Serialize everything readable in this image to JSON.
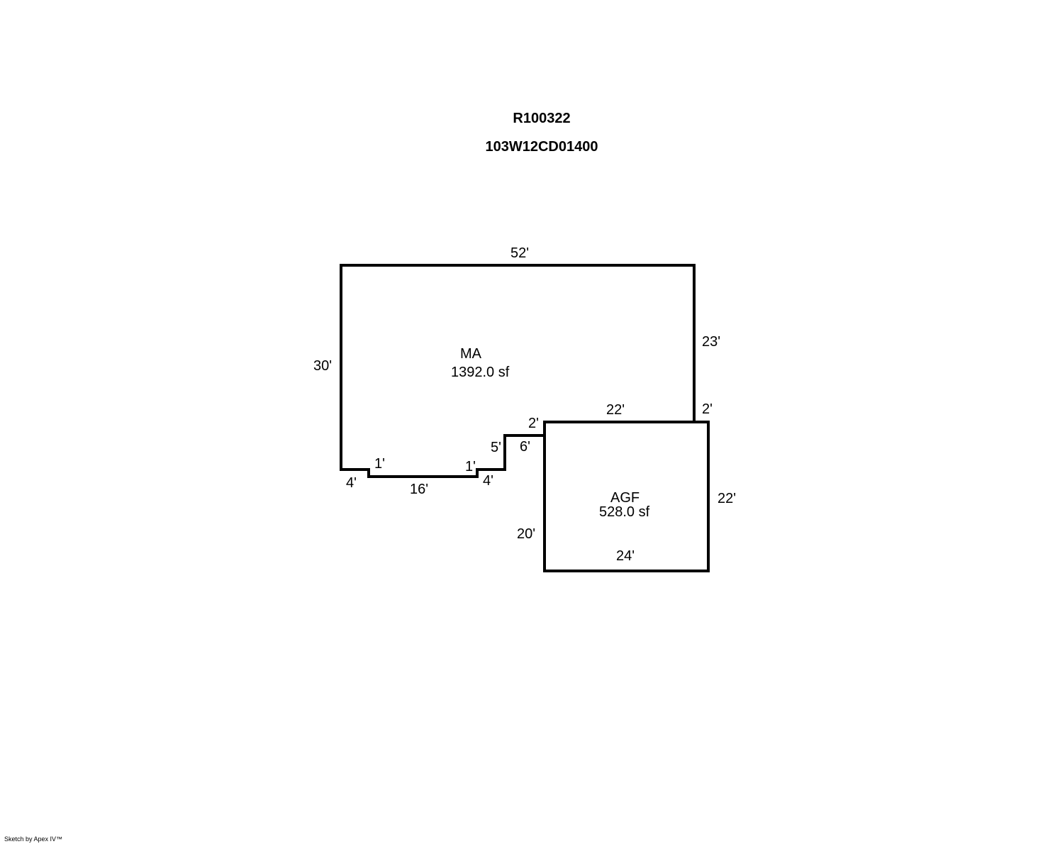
{
  "header": {
    "parcel_id": "R100322",
    "map_number": "103W12CD01400"
  },
  "areas": {
    "main": {
      "code": "MA",
      "area": "1392.0 sf"
    },
    "garage": {
      "code": "AGF",
      "area": "528.0 sf"
    }
  },
  "dimensions": {
    "ma_top": "52'",
    "ma_left": "30'",
    "ma_right": "23'",
    "ma_right_jog": "2'",
    "ma_step_left_bottom": "4'",
    "ma_step_left_rise": "1'",
    "ma_bottom": "16'",
    "ma_step_right_rise": "1'",
    "ma_step_right_bottom": "4'",
    "ma_notch_rise": "5'",
    "ma_notch_top": "2'",
    "agf_left_upper": "6'",
    "agf_top": "22'",
    "agf_right": "22'",
    "agf_left": "20'",
    "agf_bottom": "24'"
  },
  "footer": {
    "credit": "Sketch by Apex IV™"
  },
  "colors": {
    "stroke": "#000000",
    "background": "#ffffff"
  }
}
